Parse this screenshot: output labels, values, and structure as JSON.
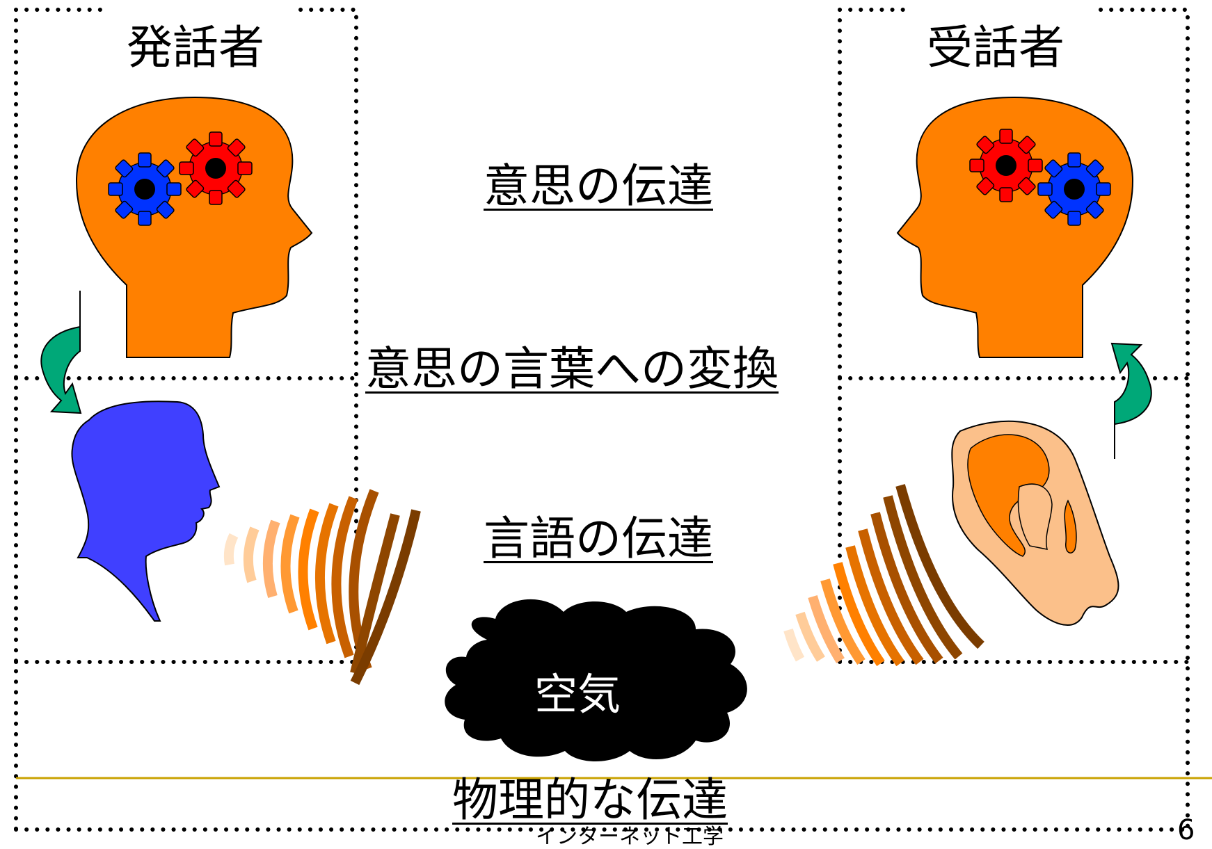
{
  "speaker": {
    "title": "発話者"
  },
  "listener": {
    "title": "受話者"
  },
  "labels": {
    "intent_transfer": "意思の伝達",
    "intent_to_words": "意思の言葉への変換",
    "language_transfer": "言語の伝達",
    "physical_transfer": "物理的な伝達"
  },
  "medium": {
    "label": "空気"
  },
  "footer": {
    "course": "インターネット工学",
    "page": "6"
  },
  "colors": {
    "head": "#FF8000",
    "gear_red": "#FF0000",
    "gear_blue": "#0033FF",
    "face": "#4040FF",
    "ear": "#FBC08A",
    "arrow": "#00A878",
    "wave_dark": "#7A3C00",
    "cloud": "#000000",
    "rule": "#C9A200"
  },
  "icons": [
    "head-with-gears-icon",
    "speaking-face-icon",
    "ear-icon",
    "curved-arrow-icon",
    "sound-wave-icon",
    "cloud-icon"
  ]
}
